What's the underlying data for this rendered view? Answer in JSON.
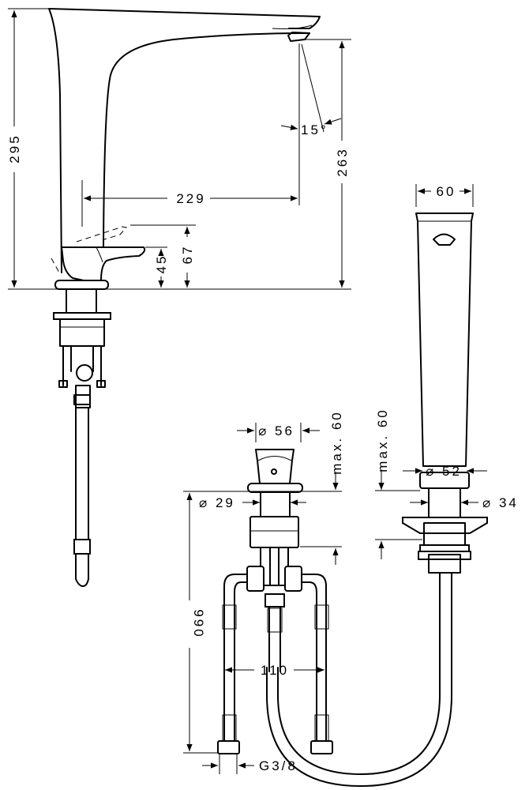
{
  "drawing": {
    "dimensions": {
      "total_height": "295",
      "projection": "229",
      "spray_angle": "15°",
      "spout_height": "263",
      "lever_height": "45",
      "lever_open_height": "67",
      "spout_width": "60",
      "handle_diameter": "⌀ 56",
      "handle_max": "max. 60",
      "spout_max": "max. 60",
      "shank_diameter_valve": "⌀ 29",
      "spout_base_diameter": "⌀ 52",
      "spout_shank_diameter": "⌀ 34",
      "hose_length": "990",
      "connection_spacing": "110",
      "thread": "G3/8"
    },
    "colors": {
      "line": "#000000",
      "background": "#ffffff"
    }
  }
}
